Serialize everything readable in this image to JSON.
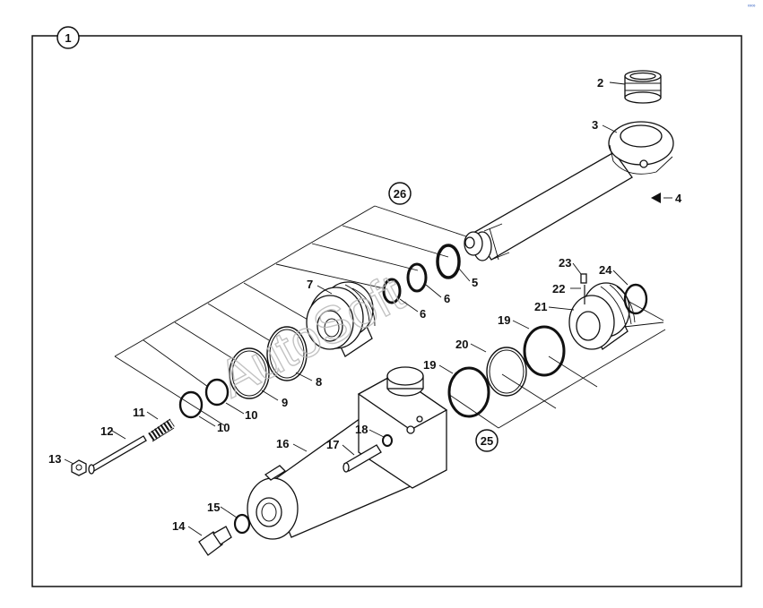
{
  "figure_number": "1",
  "watermark": "AutoSoft",
  "corner_mark": "∞∞",
  "callouts": {
    "c2": "2",
    "c3": "3",
    "c4": "4",
    "c5": "5",
    "c6a": "6",
    "c6b": "6",
    "c7": "7",
    "c8": "8",
    "c9": "9",
    "c10a": "10",
    "c10b": "10",
    "c11": "11",
    "c12": "12",
    "c13": "13",
    "c14": "14",
    "c15": "15",
    "c16": "16",
    "c17": "17",
    "c18": "18",
    "c19a": "19",
    "c19b": "19",
    "c20": "20",
    "c21": "21",
    "c22": "22",
    "c23": "23",
    "c24": "24"
  },
  "kits": {
    "k25": "25",
    "k26": "26"
  }
}
